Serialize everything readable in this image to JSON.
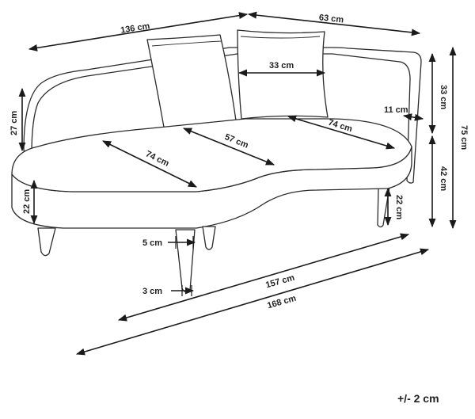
{
  "dimensions": {
    "top_length": "136 cm",
    "top_depth": "63 cm",
    "pillow_width": "33 cm",
    "back_height_left": "27 cm",
    "arm_thickness": "11 cm",
    "back_height_right": "33 cm",
    "total_height": "75 cm",
    "seat_height": "42 cm",
    "seat_back_depth": "74 cm",
    "seat_mid_depth": "57 cm",
    "seat_front_depth": "74 cm",
    "cushion_thickness_left": "22 cm",
    "cushion_thickness_right": "22 cm",
    "leg_top_width": "5 cm",
    "leg_bottom_width": "3 cm",
    "inner_length": "157 cm",
    "total_length": "168 cm"
  },
  "tolerance": "+/- 2 cm"
}
